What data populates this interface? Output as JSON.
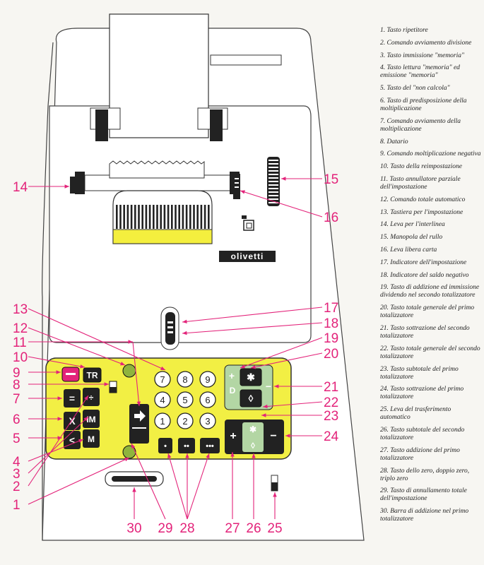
{
  "brand": "olivetti",
  "keys": {
    "tr": "TR",
    "equals": "=",
    "divide": "÷",
    "multiply": "X",
    "im": "IM",
    "less": "<",
    "m": "M",
    "digits": [
      "7",
      "8",
      "9",
      "4",
      "5",
      "6",
      "1",
      "2",
      "3"
    ],
    "zero": "•",
    "double_zero": "••",
    "triple_zero": "•••",
    "plus": "+",
    "minus": "−",
    "star": "✱",
    "diamond": "◊",
    "d": "D"
  },
  "callouts": [
    "1",
    "2",
    "3",
    "4",
    "5",
    "6",
    "7",
    "8",
    "9",
    "10",
    "11",
    "12",
    "13",
    "14",
    "15",
    "16",
    "17",
    "18",
    "19",
    "20",
    "21",
    "22",
    "23",
    "24",
    "25",
    "26",
    "27",
    "28",
    "29",
    "30"
  ],
  "legend": [
    {
      "n": "1.",
      "text": "Tasto ripetitore"
    },
    {
      "n": "2.",
      "text": "Comando avviamento divisione"
    },
    {
      "n": "3.",
      "text": "Tasto immissione \"memoria\""
    },
    {
      "n": "4.",
      "text": "Tasto lettura \"memoria\" ed emissione \"memoria\""
    },
    {
      "n": "5.",
      "text": "Tasto del \"non calcola\""
    },
    {
      "n": "6.",
      "text": "Tasto di predisposizione della moltiplicazione"
    },
    {
      "n": "7.",
      "text": "Comando avviamento della moltiplicazione"
    },
    {
      "n": "8.",
      "text": "Datario"
    },
    {
      "n": "9.",
      "text": "Comando moltiplicazione negativa"
    },
    {
      "n": "10.",
      "text": "Tasto della reimpostazione"
    },
    {
      "n": "11.",
      "text": "Tasto annullatore parziale dell'impostazione"
    },
    {
      "n": "12.",
      "text": "Comando totale automatico"
    },
    {
      "n": "13.",
      "text": "Tastiera per l'impostazione"
    },
    {
      "n": "14.",
      "text": "Leva per l'interlinea"
    },
    {
      "n": "15.",
      "text": "Manopola del rullo"
    },
    {
      "n": "16.",
      "text": "Leva libera carta"
    },
    {
      "n": "17.",
      "text": "Indicatore dell'impostazione"
    },
    {
      "n": "18.",
      "text": "Indicatore del saldo negativo"
    },
    {
      "n": "19.",
      "text": "Tasto di addizione ed immissione dividendo nel secondo totalizzatore"
    },
    {
      "n": "20.",
      "text": "Tasto totale generale del primo totalizzatore"
    },
    {
      "n": "21.",
      "text": "Tasto sottrazione del secondo totalizzatore"
    },
    {
      "n": "22.",
      "text": "Tasto totale generale del secondo totalizzatore"
    },
    {
      "n": "23.",
      "text": "Tasto subtotale del primo totalizzatore"
    },
    {
      "n": "24.",
      "text": "Tasto sottrazione del primo totalizzatore"
    },
    {
      "n": "25.",
      "text": "Leva del trasferimento automatico"
    },
    {
      "n": "26.",
      "text": "Tasto subtotale del secondo totalizzatore"
    },
    {
      "n": "27.",
      "text": "Tasto addizione del primo totalizzatore"
    },
    {
      "n": "28.",
      "text": "Tasto dello zero, doppio zero, triplo zero"
    },
    {
      "n": "29.",
      "text": "Tasto di annullamento totale dell'impostazione"
    },
    {
      "n": "30.",
      "text": "Barra di addizione nel primo totalizzatore"
    }
  ]
}
